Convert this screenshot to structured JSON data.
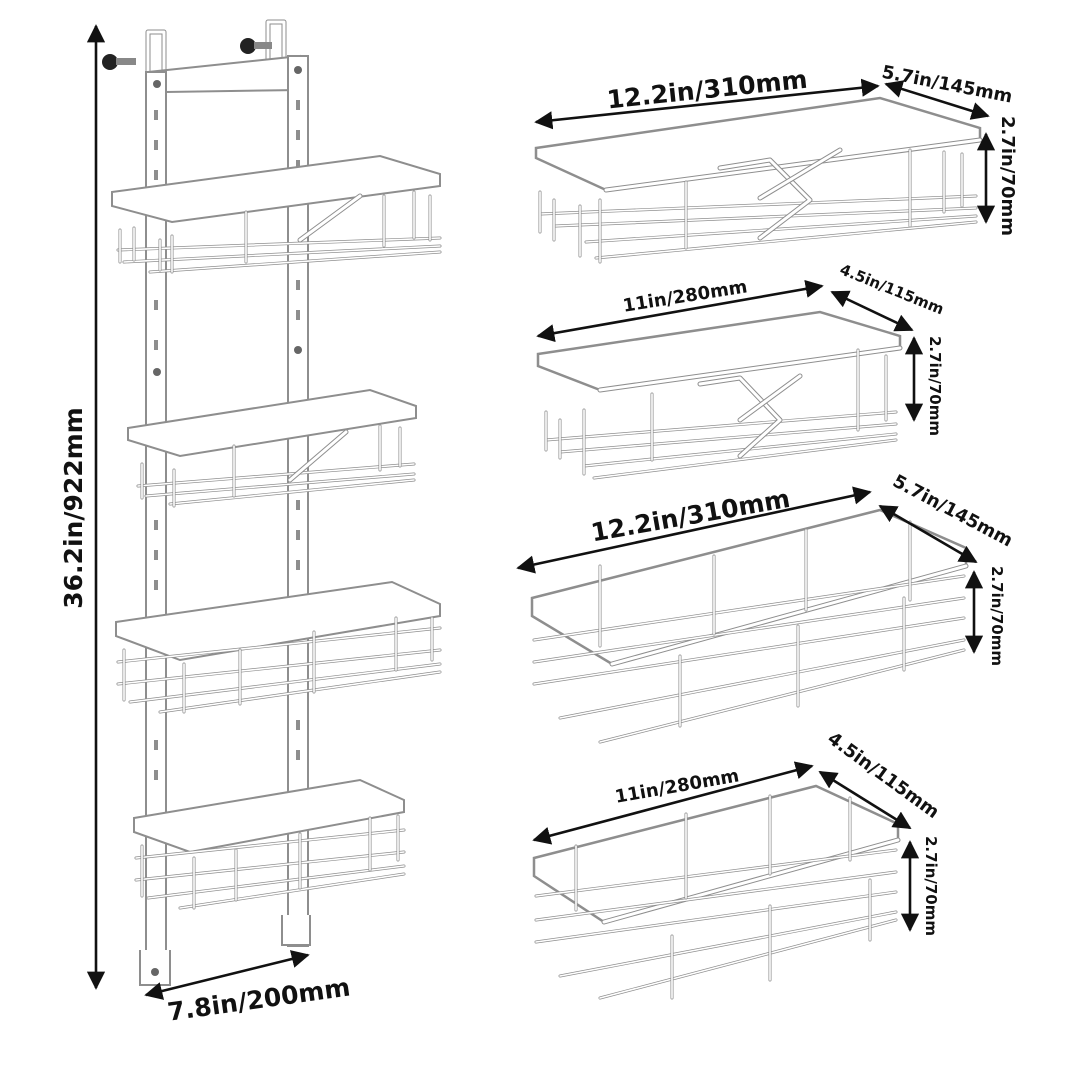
{
  "overall": {
    "height_label": "36.2in/922mm",
    "width_label": "7.8in/200mm"
  },
  "baskets": [
    {
      "length_label": "12.2in/310mm",
      "depth_label": "5.7in/145mm",
      "height_label": "2.7in/70mm"
    },
    {
      "length_label": "11in/280mm",
      "depth_label": "4.5in/115mm",
      "height_label": "2.7in/70mm"
    },
    {
      "length_label": "12.2in/310mm",
      "depth_label": "5.7in/145mm",
      "height_label": "2.7in/70mm"
    },
    {
      "length_label": "11in/280mm",
      "depth_label": "4.5in/115mm",
      "height_label": "2.7in/70mm"
    }
  ],
  "colors": {
    "product": "#ffffff",
    "outline": "#8e8e8e",
    "dimension": "#111111"
  }
}
